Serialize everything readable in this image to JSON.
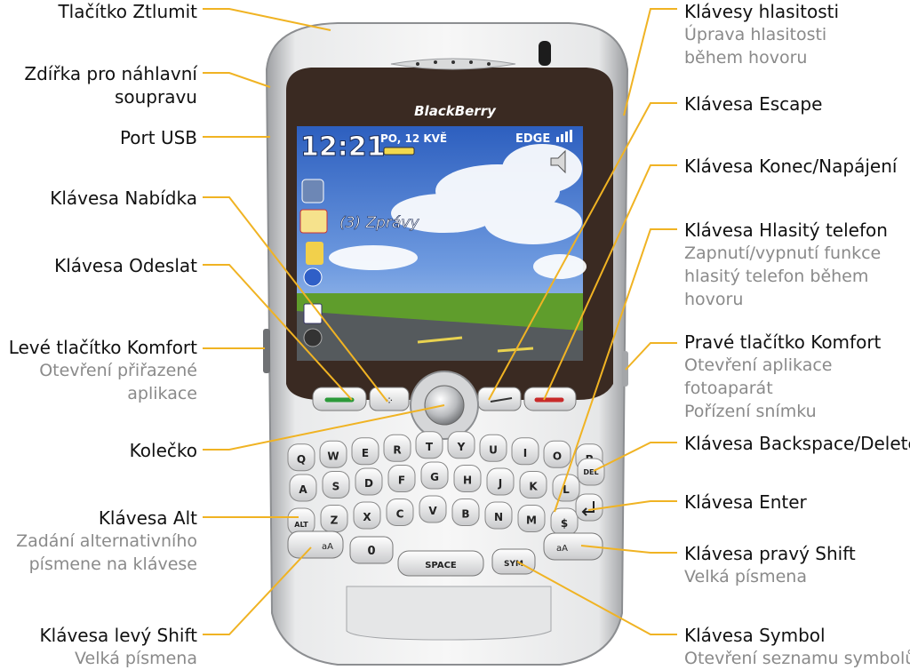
{
  "phone": {
    "brand": "BlackBerry",
    "time": "12:21",
    "date": "PO, 12 KVĚ",
    "network": "EDGE",
    "messages": "(3) Zprávy",
    "keys": {
      "row1": [
        "Q",
        "W",
        "E",
        "R",
        "T",
        "Y",
        "U",
        "I",
        "O",
        "P"
      ],
      "row2": [
        "A",
        "S",
        "D",
        "F",
        "G",
        "H",
        "J",
        "K",
        "L"
      ],
      "row3": [
        "ALT",
        "Z",
        "X",
        "C",
        "V",
        "B",
        "N",
        "M",
        "$"
      ],
      "space": "SPACE",
      "sym": "SYM",
      "del": "DEL",
      "shift": "aA",
      "zero": "0"
    }
  },
  "labels": {
    "mute": {
      "title": "Tlačítko Ztlumit"
    },
    "headset": {
      "title": "Zdířka pro náhlavní",
      "title2": "soupravu"
    },
    "usb": {
      "title": "Port USB"
    },
    "menu": {
      "title": "Klávesa Nabídka"
    },
    "send": {
      "title": "Klávesa Odeslat"
    },
    "left_conv": {
      "title": "Levé tlačítko Komfort",
      "sub1": "Otevření přiřazené",
      "sub2": "aplikace"
    },
    "trackball": {
      "title": "Kolečko"
    },
    "alt": {
      "title": "Klávesa Alt",
      "sub1": "Zadání alternativního",
      "sub2": "písmene na klávese"
    },
    "left_shift": {
      "title": "Klávesa levý Shift",
      "sub1": "Velká písmena"
    },
    "volume": {
      "title": "Klávesy hlasitosti",
      "sub1": "Úprava hlasitosti",
      "sub2": "během hovoru"
    },
    "escape": {
      "title": "Klávesa Escape"
    },
    "end": {
      "title": "Klávesa Konec/Napájení"
    },
    "speaker": {
      "title": "Klávesa Hlasitý telefon",
      "sub1": "Zapnutí/vypnutí funkce",
      "sub2": "hlasitý telefon během",
      "sub3": "hovoru"
    },
    "right_conv": {
      "title": "Pravé tlačítko Komfort",
      "sub1": "Otevření aplikace",
      "sub2": "fotoaparát",
      "sub3": "Pořízení snímku"
    },
    "backspace": {
      "title": "Klávesa Backspace/Delete"
    },
    "enter": {
      "title": "Klávesa Enter"
    },
    "right_shift": {
      "title": "Klávesa pravý Shift",
      "sub1": "Velká písmena"
    },
    "symbol": {
      "title": "Klávesa Symbol",
      "sub1": "Otevření seznamu symbolů"
    }
  },
  "colors": {
    "leader": "#f0b323",
    "label": "#111111",
    "sublabel": "#8a8a8a"
  }
}
